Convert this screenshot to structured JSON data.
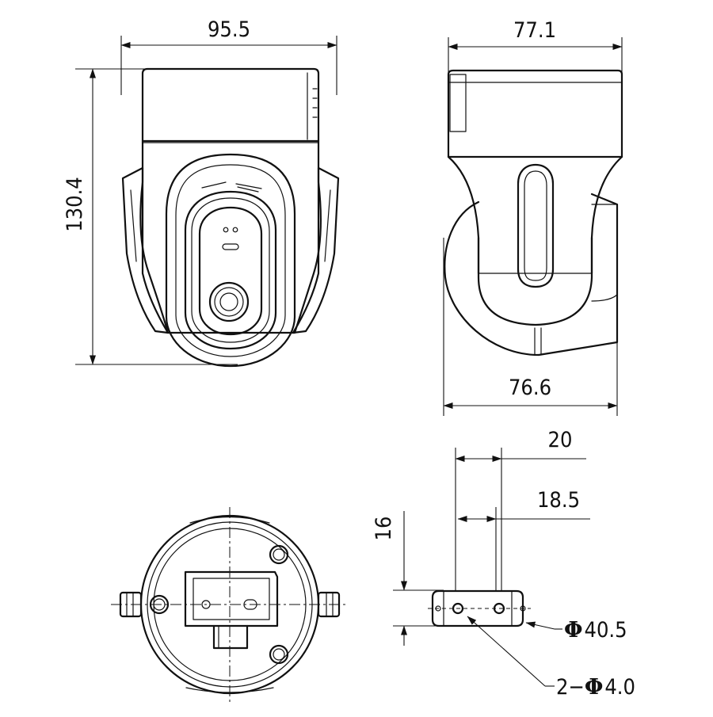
{
  "drawing": {
    "front_view": {
      "width_label": "95.5",
      "height_label": "130.4"
    },
    "side_view": {
      "width_top_label": "77.1",
      "width_bottom_label": "76.6"
    },
    "bracket_view": {
      "dim_20_label": "20",
      "dim_18_5_label": "18.5",
      "dim_16_label": "16",
      "phi_symbol": "Φ",
      "diameter_value": "40.5",
      "holes_prefix": "2−",
      "hole_value": "4.0"
    }
  }
}
